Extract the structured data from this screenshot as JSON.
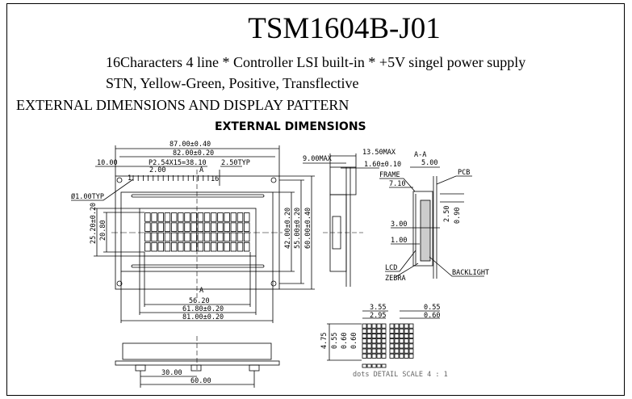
{
  "title": "TSM1604B-J01",
  "subtitle_1": "16Characters 4 line  *  Controller LSI built-in  *  +5V singel power supply",
  "subtitle_2": "STN, Yellow-Green, Positive, Transflective",
  "section_heading": "EXTERNAL  DIMENSIONS AND DISPLAY PATTERN",
  "drawing_heading": "EXTERNAL DIMENSIONS",
  "front_view": {
    "dim_width_total": "87.00±0.40",
    "dim_width_holes": "82.00±0.20",
    "dim_pin1_offset": "10.00",
    "dim_pin_pitch": "P2.54X15=38.10",
    "dim_pin_offset": "2.00",
    "dim_pin_height": "2.50TYP",
    "dim_hole": "Ø1.00TYP",
    "pin_first": "1",
    "pin_last": "16",
    "section_mark": "A",
    "dim_view_height": "25.20±0.20",
    "dim_char_height": "20.80",
    "dim_frame_height": "42.00±0.20",
    "dim_holes_height": "55.00±0.20",
    "dim_total_height": "60.00±0.40",
    "dim_char_width": "56.20",
    "dim_view_width": "61.80±0.20",
    "dim_frame_width": "81.00±0.20",
    "grid_columns": 16,
    "grid_rows": 4
  },
  "side_view": {
    "dim_thickness": "9.00MAX",
    "dim_total_thickness": "13.50MAX",
    "dim_pcb": "1.60±0.10"
  },
  "section_view": {
    "title": "A-A",
    "dim_5": "5.00",
    "dim_7_10": "7.10",
    "dim_3": "3.00",
    "dim_1": "1.00",
    "dim_2_50": "2.50",
    "dim_0_90": "0.90",
    "label_frame": "FRAME",
    "label_pcb": "PCB",
    "label_lcd": "LCD",
    "label_zebra": "ZEBRA",
    "label_backlight": "BACKLIGHT"
  },
  "bottom_view": {
    "dim_30": "30.00",
    "dim_60": "60.00"
  },
  "dot_detail": {
    "dim_char_pitch": "3.55",
    "dim_char_width": "2.95",
    "dim_dot_w": "0.55",
    "dim_dot_pitch": "0.60",
    "dim_char_height": "4.75",
    "dim_dot_h": "0.55",
    "dim_dot_hp": "0.60",
    "dim_dot_hp2": "0.60",
    "caption": "dots DETAIL SCALE 4 : 1"
  }
}
